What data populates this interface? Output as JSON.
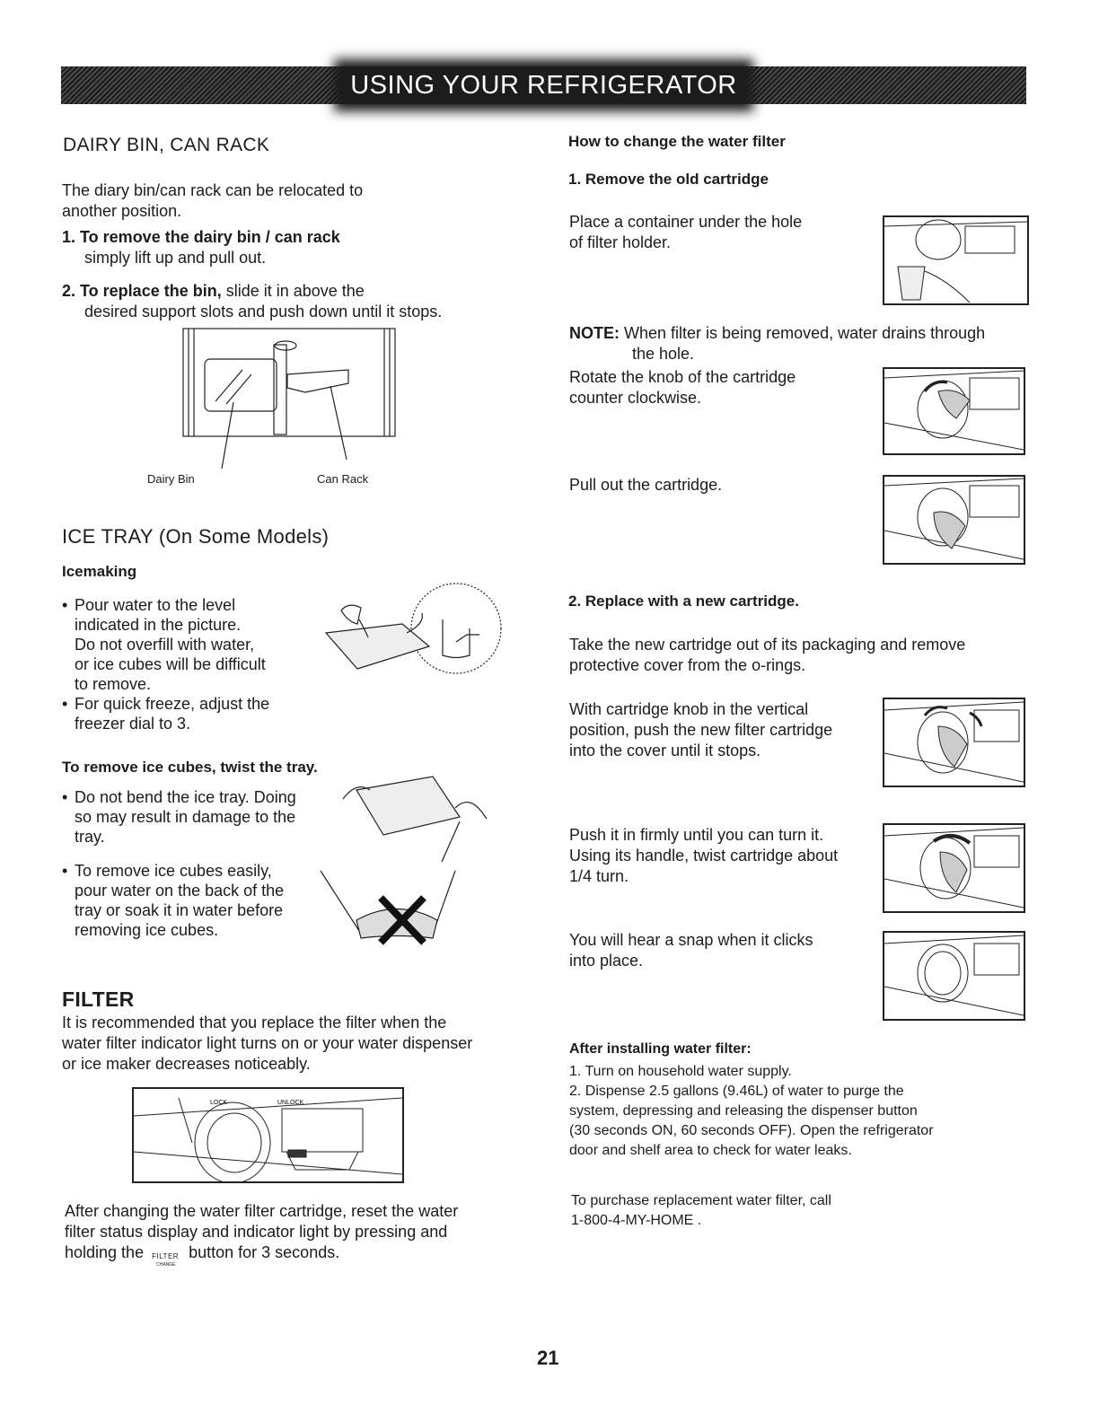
{
  "header": {
    "title": "USING YOUR REFRIGERATOR"
  },
  "dairy": {
    "title": "DAIRY BIN, CAN RACK",
    "intro_line1": "The diary bin/can rack can be relocated to",
    "intro_line2": "another position.",
    "step1_label": "1. To remove the dairy bin / can rack",
    "step1_text": "simply lift up and pull out.",
    "step2_label": "2. To replace the bin,",
    "step2_text_a": " slide it in above the",
    "step2_text_b": "desired support slots and push down until it stops.",
    "caption_left": "Dairy Bin",
    "caption_right": "Can Rack"
  },
  "ice": {
    "title": "ICE TRAY (On Some Models)",
    "subtitle": "Icemaking",
    "bullets": [
      [
        "Pour water to the level",
        "indicated in the picture.",
        "Do not overfill with water,",
        "or ice cubes will be difficult",
        "to remove."
      ],
      [
        "For quick freeze, adjust the",
        "freezer dial to 3."
      ]
    ],
    "remove_heading": "To remove ice cubes, twist the tray.",
    "remove_bullets": [
      [
        "Do not bend the ice tray. Doing",
        "so may result in damage to the",
        "tray."
      ],
      [
        "To remove ice cubes easily,",
        "pour water on the back of  the",
        "tray or soak it in water before",
        "removing ice cubes."
      ]
    ]
  },
  "filter": {
    "title": "FILTER",
    "intro": [
      "It is recommended that you replace the filter when the",
      "water filter indicator light turns on or your water dispenser",
      "or ice maker decreases noticeably."
    ],
    "reset": [
      "After changing the water filter cartridge, reset the water",
      "filter status display and indicator light by pressing and"
    ],
    "reset_last_a": "holding the",
    "reset_last_b": "button for 3 seconds.",
    "button_icon_label": "FILTER",
    "button_icon_sub": "CHANGE",
    "img_lock": "LOCK",
    "img_unlock": "UNLOCK"
  },
  "change": {
    "title": "How to change the water filter",
    "step1": "1. Remove the old cartridge",
    "step1_text": [
      "Place a container under the hole",
      "of filter holder."
    ],
    "note_label": "NOTE:",
    "note_text": " When filter is being removed, water drains through",
    "note_text2": "the hole.",
    "rotate": [
      "Rotate the knob of the cartridge",
      "counter clockwise."
    ],
    "pull": "Pull out the cartridge.",
    "step2": "2. Replace with a new cartridge.",
    "step2_text": [
      "Take the new cartridge out of its packaging and remove",
      "protective cover from the o-rings."
    ],
    "knob": [
      "With cartridge knob in the vertical",
      "position, push the new filter cartridge",
      "into the cover until it stops."
    ],
    "push": [
      "Push it in firmly until you can turn it.",
      "Using its handle, twist cartridge about",
      "1/4 turn."
    ],
    "snap": [
      "You will hear a snap when it clicks",
      "into place."
    ]
  },
  "after": {
    "title": "After installing water filter:",
    "lines": [
      "1. Turn on household water supply.",
      "2. Dispense 2.5 gallons (9.46L) of water to purge the",
      "system, depressing and releasing the dispenser button",
      "(30 seconds ON, 60 seconds OFF). Open the refrigerator",
      "door and shelf area to check for water leaks."
    ],
    "purchase": [
      "To purchase replacement water filter, call",
      "1-800-4-MY-HOME ."
    ]
  },
  "page_number": "21"
}
